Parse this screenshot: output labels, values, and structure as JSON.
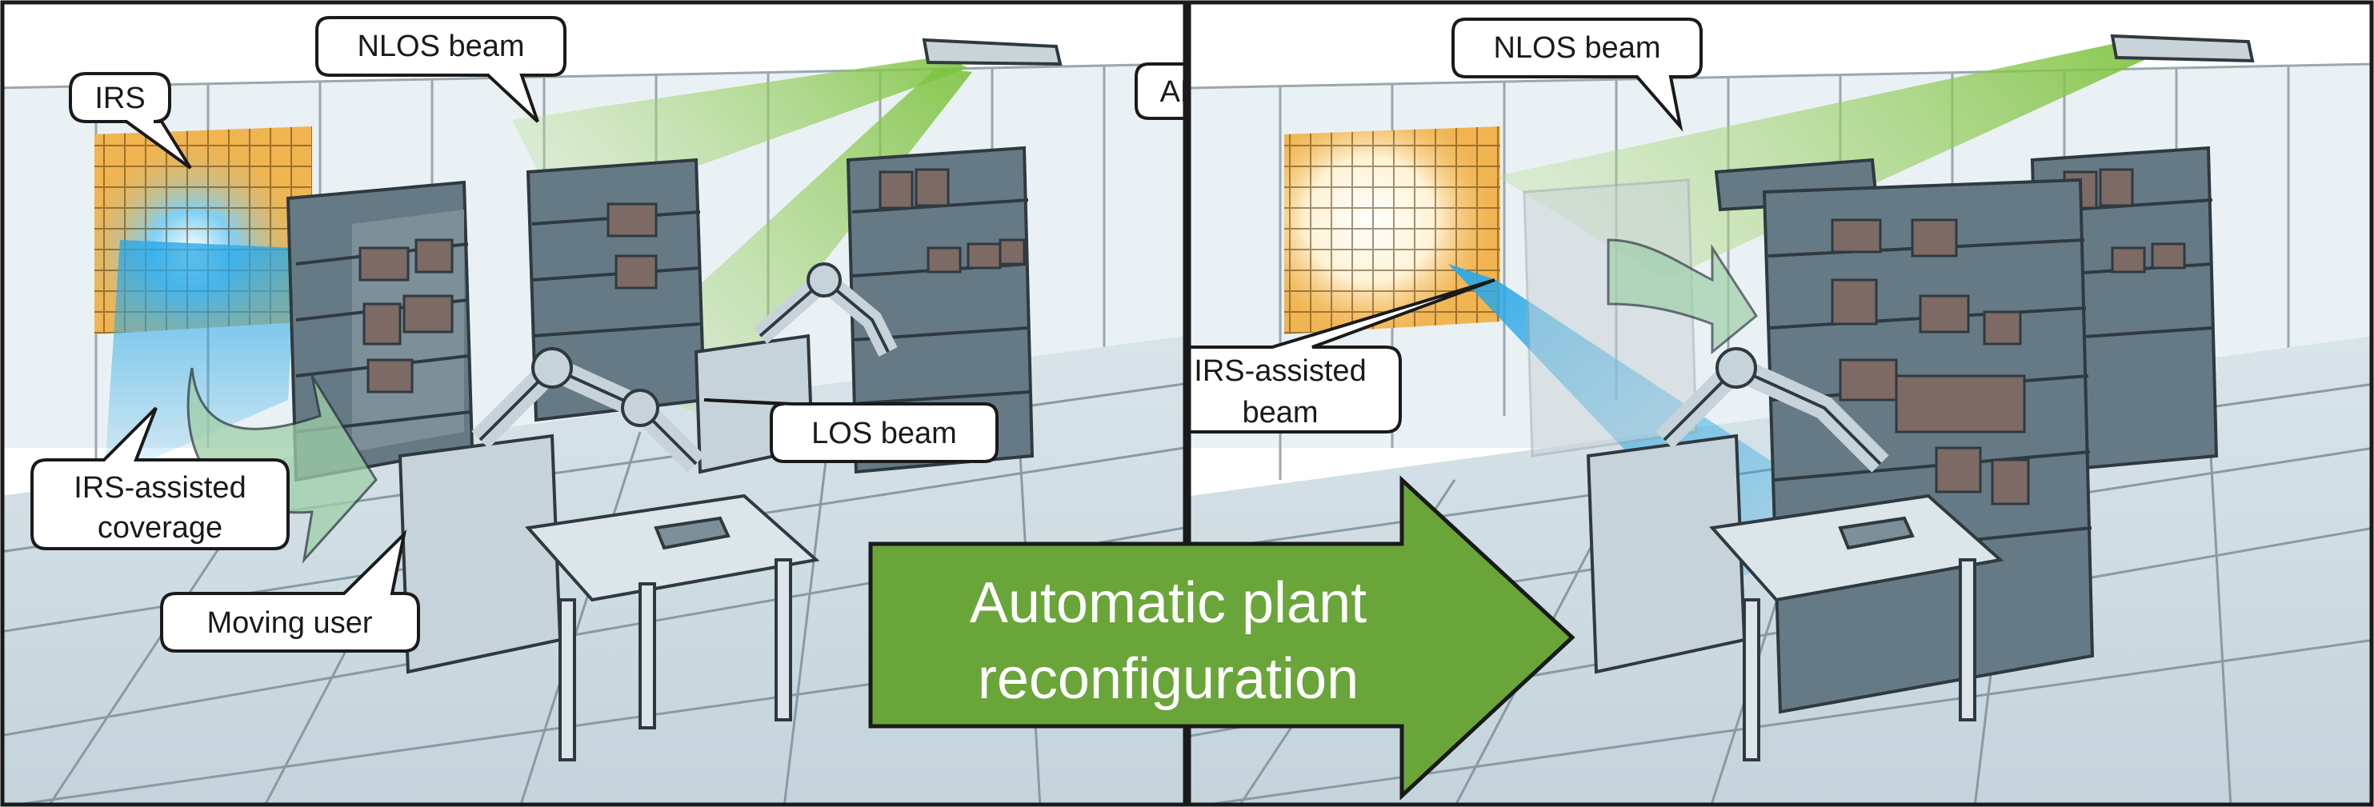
{
  "left_panel": {
    "labels": {
      "irs": "IRS",
      "nlos_beam": "NLOS beam",
      "ap": "AP",
      "los_beam": "LOS beam",
      "irs_assisted_coverage_line1": "IRS-assisted",
      "irs_assisted_coverage_line2": "coverage",
      "moving_user": "Moving user"
    }
  },
  "right_panel": {
    "labels": {
      "nlos_beam": "NLOS beam",
      "irs_assisted_beam_line1": "IRS-assisted",
      "irs_assisted_beam_line2": "beam"
    }
  },
  "transition_arrow": {
    "line1": "Automatic plant",
    "line2": "reconfiguration"
  },
  "colors": {
    "irs_panel": "#f0b450",
    "irs_grid": "#5a3a10",
    "shelf": "#667a86",
    "shelf_dark": "#4c5c66",
    "box": "#7d6a65",
    "floor": "#d4e1e7",
    "wall": "#e6eef2",
    "nlos_beam": "#8cc850",
    "irs_beam": "#2aa8e6",
    "arrow": "#6aa53a",
    "robot": "#c6d3da"
  }
}
